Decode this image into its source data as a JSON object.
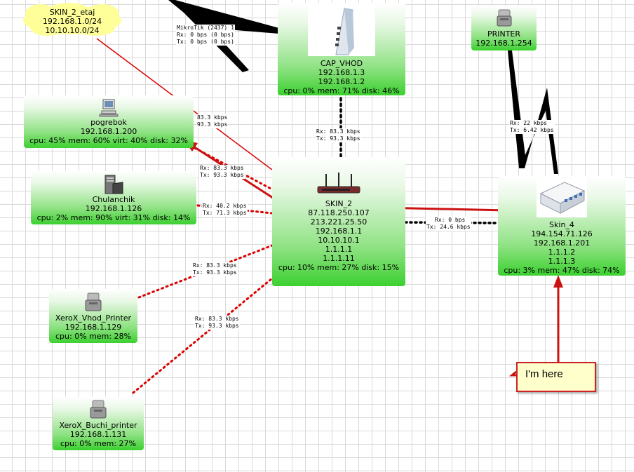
{
  "colors": {
    "red_link": "#dd0000",
    "dotted_link": "#dd0000",
    "black_link": "#000000",
    "node_gradient_bottom": "#3cd030",
    "cloud_fill": "#ffff99",
    "note_border": "#cc2222"
  },
  "cloud": {
    "name": "SKIN_2_etaj",
    "line1": "192.168.1.0/24",
    "line2": "10.10.10.0/24"
  },
  "devices": {
    "cap_vhod": {
      "name": "CAP_VHOD",
      "ip1": "192.168.1.3",
      "ip2": "192.168.1.2",
      "stats": "cpu: 0% mem: 71% disk: 46%",
      "icon": "router-ap-icon"
    },
    "printer": {
      "name": "PRINTER",
      "ip1": "192.168.1.254",
      "icon": "printer-icon"
    },
    "pogrebok": {
      "name": "pogrebok",
      "ip1": "192.168.1.200",
      "stats": "cpu: 45% mem: 60% virt: 40% disk: 32%",
      "icon": "computer-icon"
    },
    "chulanchik": {
      "name": "Chulanchik",
      "ip1": "192.168.1.126",
      "stats": "cpu: 2% mem: 90% virt: 31% disk: 14%",
      "icon": "server-icon"
    },
    "skin_2": {
      "name": "SKIN_2",
      "ip1": "87.118.250.107",
      "ip2": "213.221.25.50",
      "ip3": "192.168.1.1",
      "ip4": "10.10.10.1",
      "ip5": "1.1.1.1",
      "ip6": "1.1.1.11",
      "stats": "cpu: 10% mem: 27% disk: 15%",
      "icon": "router-icon"
    },
    "skin_4": {
      "name": "Skin_4",
      "ip1": "194.154.71.126",
      "ip2": "192.168.1.201",
      "ip3": "1.1.1.2",
      "ip4": "1.1.1.3",
      "stats": "cpu: 3% mem: 47% disk: 74%",
      "icon": "router-hex-icon"
    },
    "xerox_vhod": {
      "name": "XeroX_Vhod_Printer",
      "ip1": "192.168.1.129",
      "stats": "cpu: 0% mem: 28%",
      "icon": "printer-icon"
    },
    "xerox_buchi": {
      "name": "XeroX_Buchi_printer",
      "ip1": "192.168.1.131",
      "stats": "cpu: 0% mem: 27%",
      "icon": "printer-icon"
    }
  },
  "links": {
    "mikrotik_wireless": {
      "l1": "MikroTik (2437) 1",
      "rx": "Rx: 0 bps (0 bps)",
      "tx": "Tx: 0 bps (0 bps)"
    },
    "cap_to_skin2": {
      "rx": "Rx: 83.3 kbps",
      "tx": "Tx: 93.3 kbps"
    },
    "printer_to_skin4": {
      "rx": "Rx: 22 kbps",
      "tx": "Tx: 6.42 kbps"
    },
    "pogrebok_top": {
      "rx": "83.3 kbps",
      "tx": "93.3 kbps"
    },
    "pogrebok_to_skin2": {
      "rx": "Rx: 83.3 kbps",
      "tx": "Tx: 93.3 kbps"
    },
    "chulanchik_to_skin2": {
      "rx": "Rx: 40.2 kbps",
      "tx": "Tx: 71.3 kbps"
    },
    "skin2_to_skin4": {
      "rx": "Rx: 0 bps",
      "tx": "Tx: 24.6 kbps"
    },
    "xerox_vhod_to_skin2": {
      "rx": "Rx: 83.3 kbps",
      "tx": "Tx: 93.3 kbps"
    },
    "xerox_buchi_to_skin2": {
      "rx": "Rx: 83.3 kbps",
      "tx": "Tx: 93.3 kbps"
    }
  },
  "note": {
    "text": "I'm here"
  }
}
